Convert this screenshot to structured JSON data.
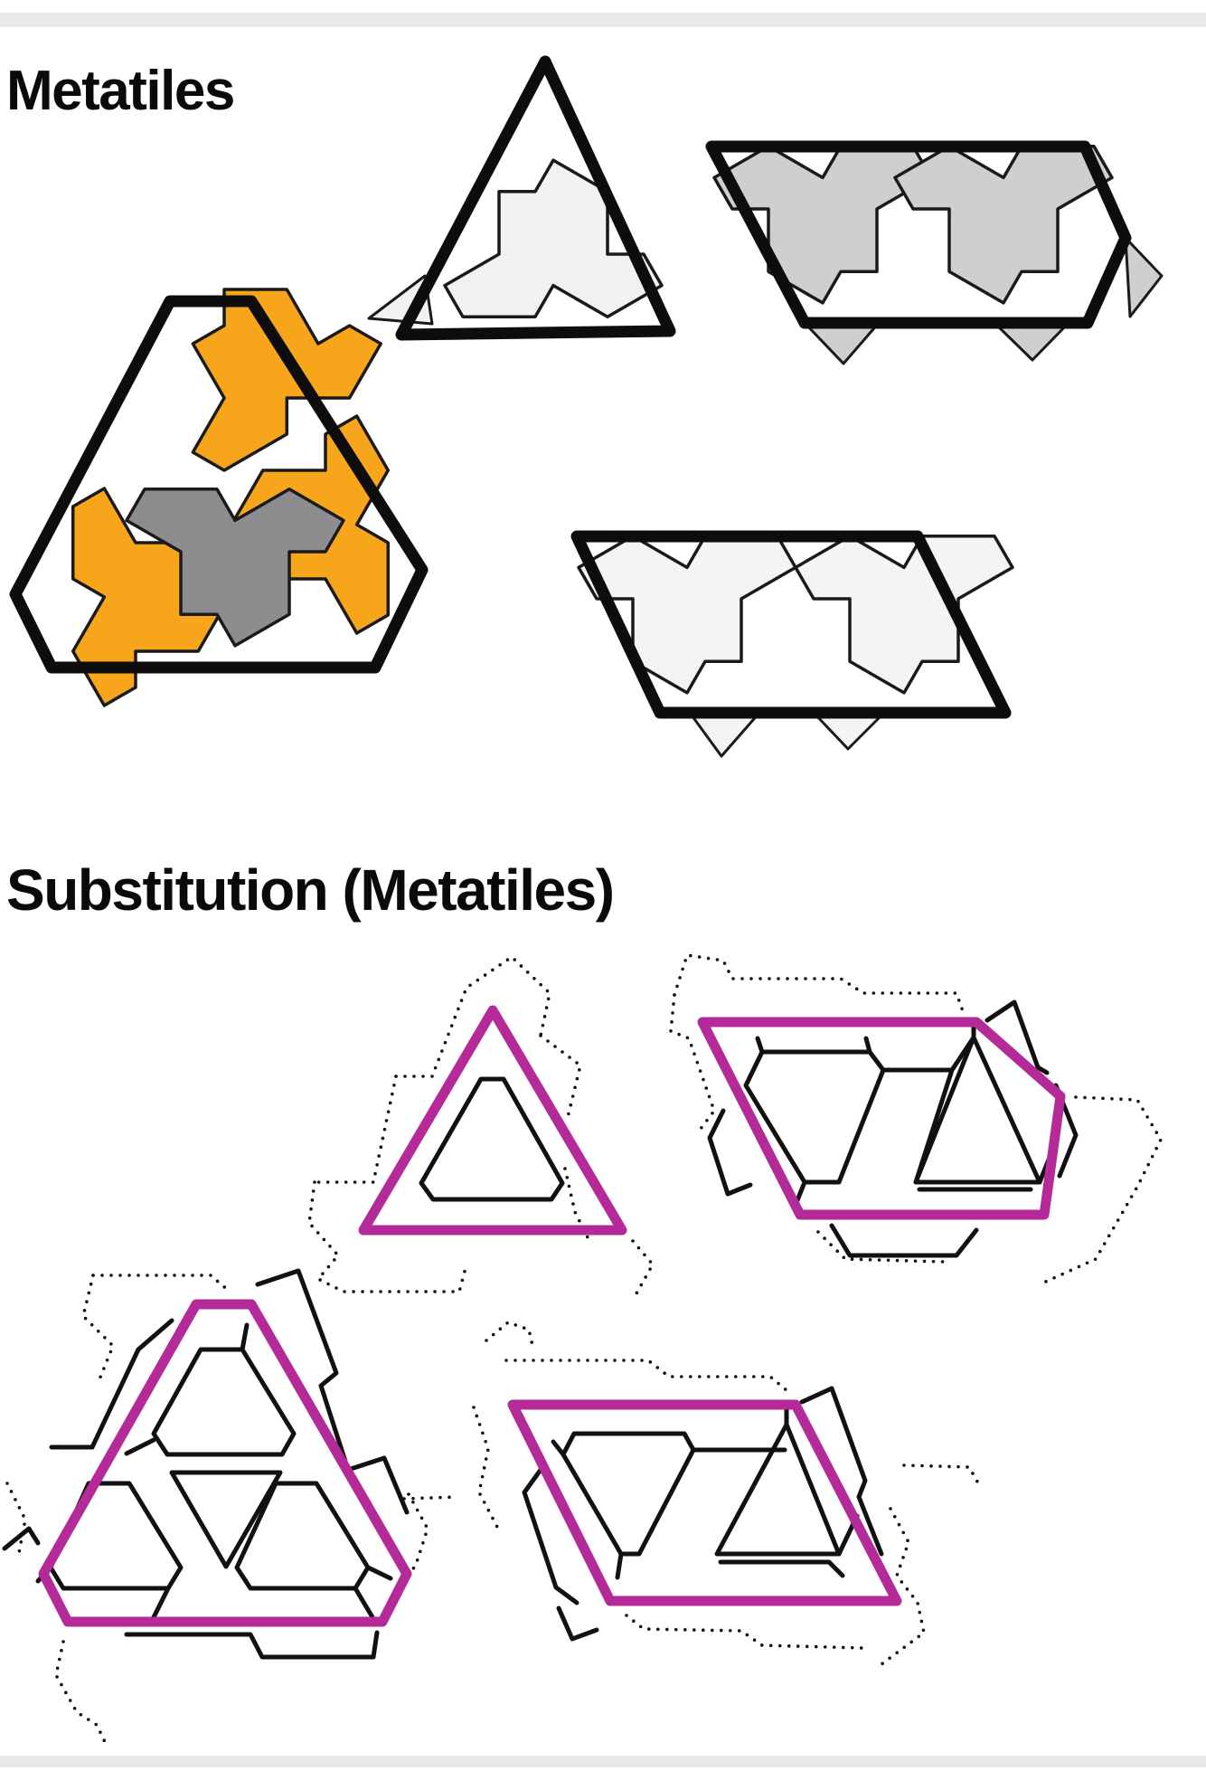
{
  "sections": [
    {
      "title": "Metatiles",
      "figures": [
        {
          "name": "triangle-metatile",
          "hat_count": 1,
          "hat_color_name": "light-gray"
        },
        {
          "name": "pentagon-metatile",
          "hat_count": 2,
          "hat_color_name": "medium-gray"
        },
        {
          "name": "hexagon-metatile",
          "hat_count": 4,
          "hat_color_name": "orange-with-one-reflected-gray"
        },
        {
          "name": "parallelogram-metatile",
          "hat_count": 2,
          "hat_color_name": "pale-gray"
        }
      ]
    },
    {
      "title": "Substitution (Metatiles)",
      "figures": [
        {
          "name": "substituted-triangle",
          "outline_color_name": "magenta"
        },
        {
          "name": "substituted-pentagon",
          "outline_color_name": "magenta"
        },
        {
          "name": "substituted-hexagon",
          "outline_color_name": "magenta"
        },
        {
          "name": "substituted-parallelogram",
          "outline_color_name": "magenta"
        }
      ]
    }
  ],
  "colors": {
    "magenta": "#B52A99",
    "orange": "#F7A61B",
    "hat_light_gray": "#F1F1F3",
    "hat_medium_gray": "#CFCFD1",
    "hat_pale_gray": "#F4F4F6",
    "hat_reflected_gray": "#8D8D8F",
    "thick_outline": "#0D0D0D",
    "edge_bar_gray": "#E9E9E9",
    "background": "#FFFFFF"
  }
}
